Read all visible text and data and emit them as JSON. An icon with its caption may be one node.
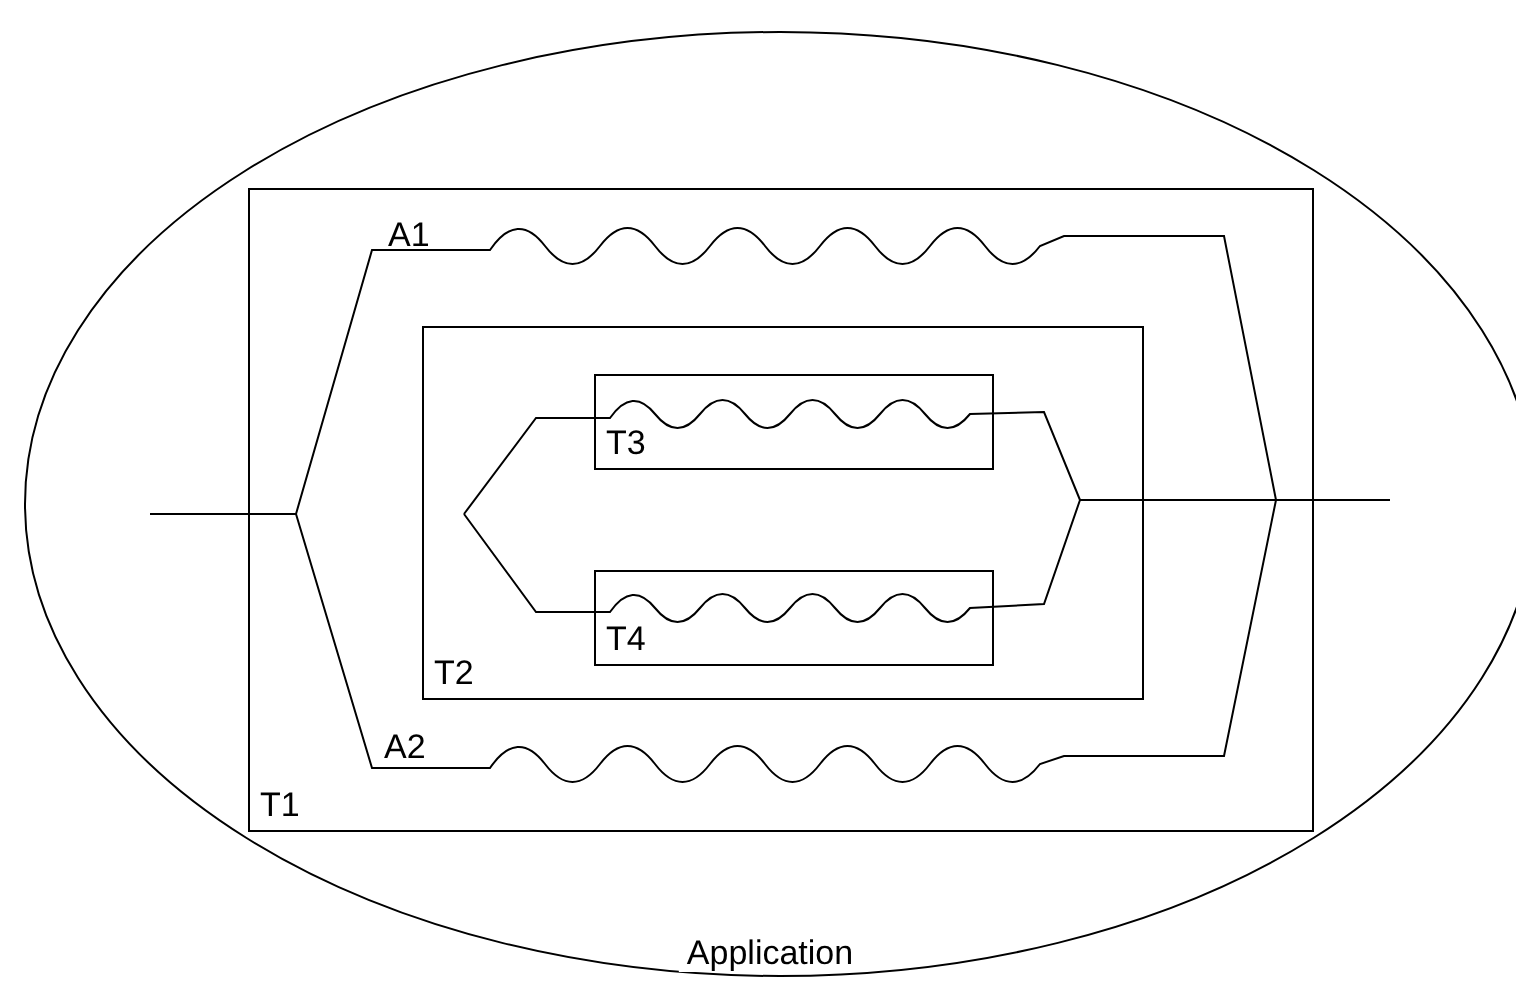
{
  "diagram": {
    "nodes": [
      {
        "text": [
          "Application"
        ]
      },
      {
        "text": [
          "T1"
        ],
        "in": 0
      },
      {
        "text": [
          "T2"
        ],
        "in": 1
      },
      {
        "text": [
          "T3"
        ],
        "in": 2
      },
      {
        "text": [
          "T4"
        ],
        "in": 2
      }
    ],
    "labels": [
      "A1",
      "A2"
    ]
  }
}
